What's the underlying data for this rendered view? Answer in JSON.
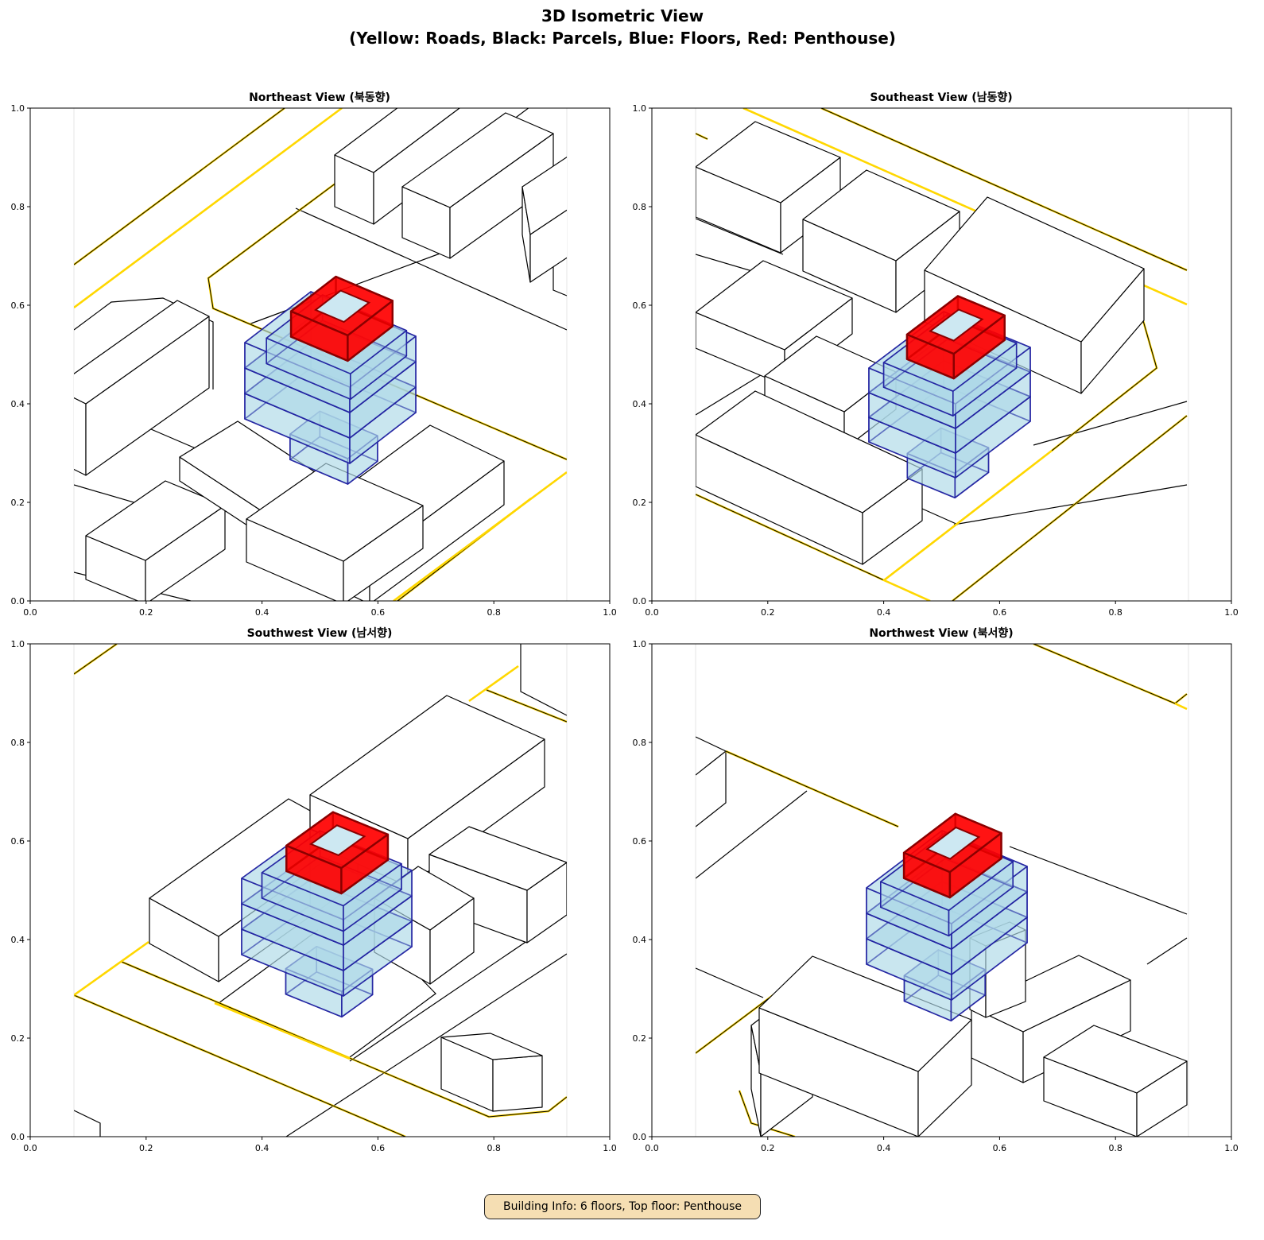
{
  "figure": {
    "title_line1": "3D Isometric View",
    "title_line2": "(Yellow: Roads, Black: Parcels, Blue: Floors, Red: Penthouse)"
  },
  "panels": [
    {
      "title": "Northeast View (북동향)"
    },
    {
      "title": "Southeast View (남동향)"
    },
    {
      "title": "Southwest View (남서향)"
    },
    {
      "title": "Northwest View (북서향)"
    }
  ],
  "axes": {
    "x_ticks": [
      "0.0",
      "0.2",
      "0.4",
      "0.6",
      "0.8",
      "1.0"
    ],
    "y_ticks": [
      "0.0",
      "0.2",
      "0.4",
      "0.6",
      "0.8",
      "1.0"
    ]
  },
  "legend_colors": {
    "roads": "#FFD700",
    "parcels": "#000000",
    "floors": "#ADD8E6",
    "floor_edges": "#1E1EA0",
    "penthouse": "#FF0000"
  },
  "info_box": {
    "text": "Building Info: 6 floors, Top floor: Penthouse"
  }
}
